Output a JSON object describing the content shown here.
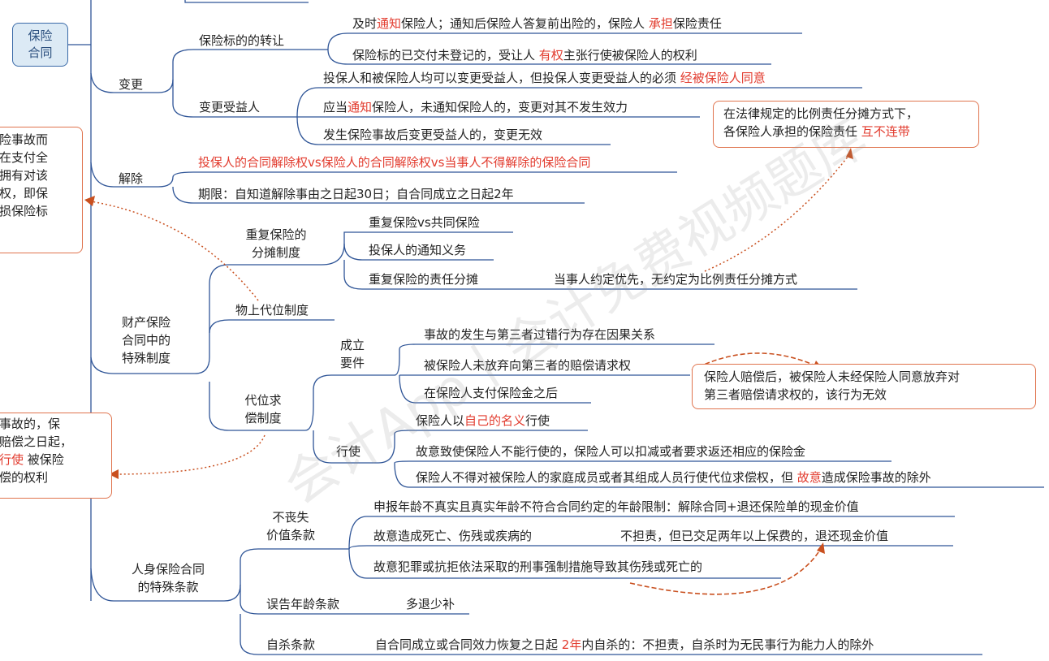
{
  "root": {
    "line1": "保险",
    "line2": "合同"
  },
  "change": {
    "label": "变更",
    "subject_transfer": {
      "label": "保险标的的转让",
      "item1": {
        "a": "及时",
        "b": "通知",
        "c": "保险人；通知后保险人答复前出险的，保险人 ",
        "d": "承担",
        "e": "保险责任"
      },
      "item2": {
        "a": "保险标的已交付未登记的，受让人 ",
        "b": "有权",
        "c": "主张行使被保险人的权利"
      }
    },
    "beneficiary": {
      "label": "变更受益人",
      "item1": {
        "a": "投保人和被保险人均可以变更受益人，但投保人变更受益人的必须 ",
        "b": "经被保险人同意"
      },
      "item2": {
        "a": "应当",
        "b": "通知",
        "c": "保险人，未通知保险人的，变更对其不发生效力"
      },
      "item3": "发生保险事故后变更受益人的，变更无效"
    }
  },
  "rescission": {
    "label": "解除",
    "item1": "投保人的合同解除权vs保险人的合同解除权vs当事人不得解除的保险合同",
    "item2": "期限：自知道解除事由之日起30日；自合同成立之日起2年"
  },
  "property": {
    "label": [
      "财产保险",
      "合同中的",
      "特殊制度"
    ],
    "double": {
      "label": [
        "重复保险的",
        "分摊制度"
      ],
      "item1": "重复保险vs共同保险",
      "item2": "投保人的通知义务",
      "item3": "重复保险的责任分摊",
      "item3_sub": "当事人约定优先，无约定为比例责任分摊方式"
    },
    "real_subrogation": {
      "label": "物上代位制度"
    },
    "subrogation": {
      "label": [
        "代位求",
        "偿制度"
      ],
      "elements": {
        "label": [
          "成立",
          "要件"
        ],
        "item1": "事故的发生与第三者过错行为存在因果关系",
        "item2": "被保险人未放弃向第三者的赔偿请求权",
        "item3": "在保险人支付保险金之后"
      },
      "exercise": {
        "label": "行使",
        "item1": {
          "a": "保险人以",
          "b": "自己的名义",
          "c": "行使"
        },
        "item2": "故意致使保险人不能行使的，保险人可以扣减或者要求返还相应的保险金",
        "item3": {
          "a": "保险人不得对被保险人的家庭成员或者其组成人员行使代位求偿权，但 ",
          "b": "故意",
          "c": "造成保险事故的除外"
        }
      }
    }
  },
  "personal": {
    "label": [
      "人身保险合同",
      "的特殊条款"
    ],
    "nonforfeiture": {
      "label": [
        "不丧失",
        "价值条款"
      ],
      "item1": "申报年龄不真实且真实年龄不符合合同约定的年龄限制：解除合同+退还保险单的现金价值",
      "item2": "故意造成死亡、伤残或疾病的",
      "item2_sub": "不担责，但已交足两年以上保费的，退还现金价值",
      "item3": "故意犯罪或抗拒依法采取的刑事强制措施导致其伤残或死亡的"
    },
    "age_misstatement": {
      "label": "误告年龄条款",
      "item1": "多退少补"
    },
    "suicide": {
      "label": "自杀条款",
      "item1": {
        "a": "自合同成立或合同效力恢复之日起 ",
        "b": "2年",
        "c": "内自杀的：不担责，自杀时为无民事行为能力人的除外"
      }
    }
  },
  "notes": {
    "joint": {
      "line1": "在法律规定的比例责任分摊方式下，",
      "line2a": "各保险人承担的保险责任 ",
      "line2b": "互不连带"
    },
    "waiver": {
      "line1": "保险人赔偿后，被保险人未经保险人同意放弃对",
      "line2": "第三者赔偿请求权的，该行为无效"
    },
    "left_top": [
      "险事故而",
      "在支付全",
      "拥有对该",
      "权，即保",
      "损保险标"
    ],
    "left_bottom": {
      "l1": "事故的，保",
      "l2": "赔偿之日起，",
      "l3a": "行使",
      "l3b": " 被保险",
      "l4": "偿的权利"
    }
  },
  "watermark": "会计App丨会计免费视频题库",
  "colors": {
    "line": "#2f5597",
    "accent": "#e23b2e",
    "note_border": "#e0744e",
    "dotted": "#c9501f"
  }
}
